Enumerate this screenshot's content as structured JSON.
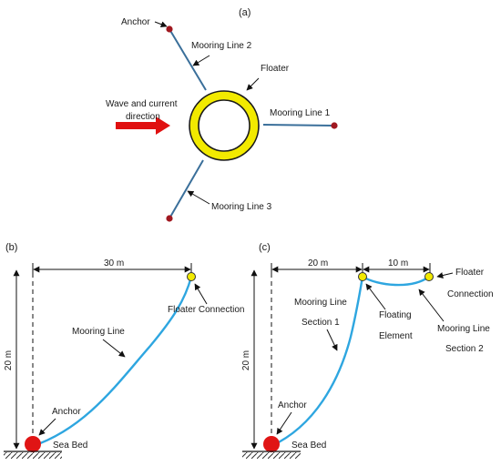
{
  "panel_a": {
    "label": "(a)",
    "anchor": "Anchor",
    "mooring_line_2": "Mooring Line 2",
    "floater": "Floater",
    "mooring_line_1": "Mooring Line 1",
    "wave_line1": "Wave and current",
    "wave_line2": "direction",
    "mooring_line_3": "Mooring Line 3"
  },
  "panel_b": {
    "label": "(b)",
    "horizontal_dim": "30 m",
    "vertical_dim": "20 m",
    "floater_connection": "Floater Connection",
    "mooring_line": "Mooring Line",
    "anchor": "Anchor",
    "sea_bed": "Sea Bed"
  },
  "panel_c": {
    "label": "(c)",
    "dim_section1": "20 m",
    "dim_section2": "10 m",
    "vertical_dim": "20 m",
    "floater_l1": "Floater",
    "floater_l2": "Connection",
    "ml_section1_l1": "Mooring Line",
    "ml_section1_l2": "Section 1",
    "floating_l1": "Floating",
    "floating_l2": "Element",
    "ml_section2_l1": "Mooring Line",
    "ml_section2_l2": "Section 2",
    "anchor": "Anchor",
    "sea_bed": "Sea Bed"
  },
  "colors": {
    "mooring_a": "#3a6f9a",
    "mooring_line": "#2ea6e0",
    "anchor_dot": "#a01820",
    "anchor_ball": "#e01515",
    "floater_fill": "#f2ea00",
    "arrow": "#e01010"
  }
}
